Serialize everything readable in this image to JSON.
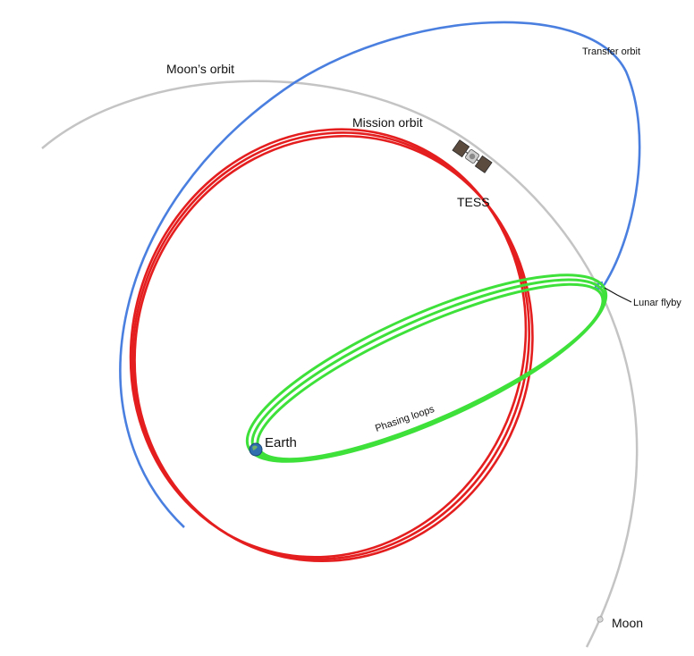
{
  "labels": {
    "moons_orbit": "Moon’s orbit",
    "transfer_orbit": "Transfer orbit",
    "mission_orbit": "Mission orbit",
    "tess": "TESS",
    "lunar_flyby": "Lunar flyby",
    "phasing_loops": "Phasing loops",
    "earth": "Earth",
    "moon": "Moon"
  },
  "colors": {
    "moon_orbit": "#c4c4c4",
    "transfer_orbit": "#4a7fe0",
    "mission_orbit": "#e41e1e",
    "phasing_loops": "#3ee03a",
    "earth": "#2f6fb0"
  },
  "icons": {
    "spacecraft": "tess-spacecraft-icon",
    "earth": "earth-icon",
    "moon": "moon-dot-icon"
  }
}
